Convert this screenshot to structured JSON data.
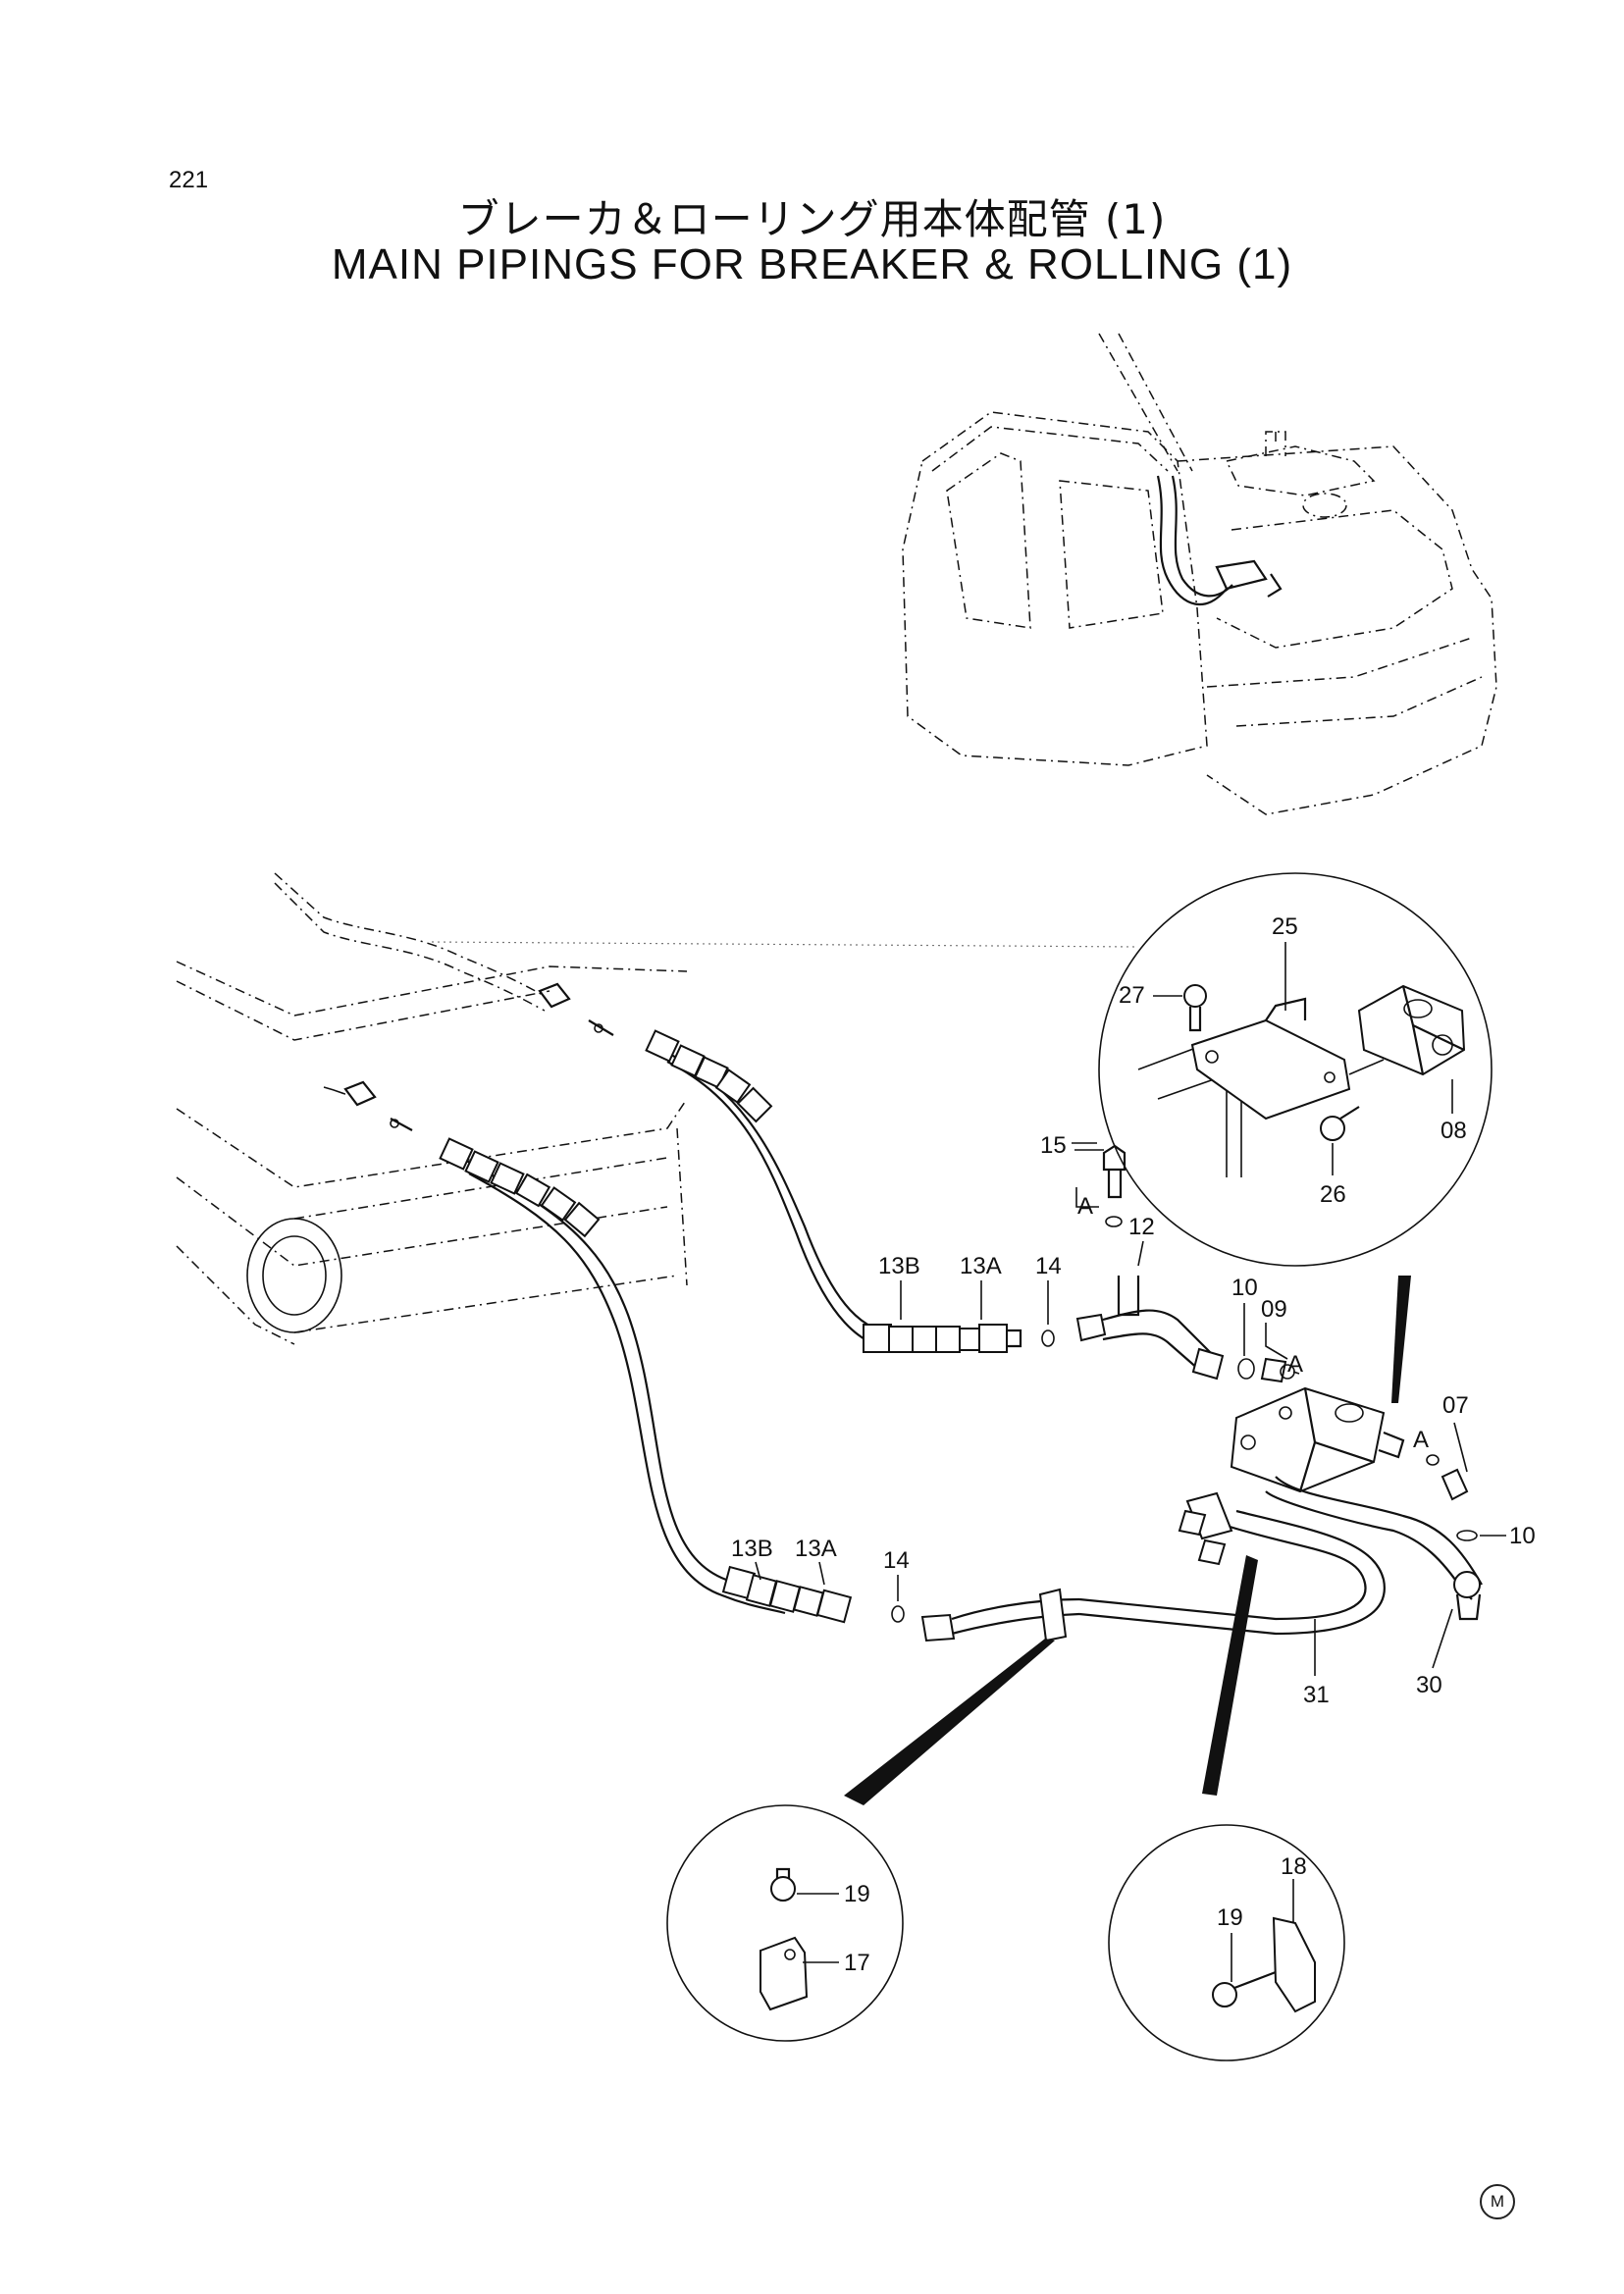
{
  "page_number": "221",
  "title_jp": "ブレーカ＆ローリング用本体配管 (1)",
  "title_en": "MAIN  PIPINGS  FOR  BREAKER & ROLLING (1)",
  "corner_mark": "M",
  "part_labels": {
    "p25": "25",
    "p27": "27",
    "p08": "08",
    "p26": "26",
    "p15": "15",
    "pA1": "A",
    "p12": "12",
    "p13B_u": "13B",
    "p13A_u": "13A",
    "p14_u": "14",
    "p10_u": "10",
    "p09": "09",
    "pA2": "A",
    "p07": "07",
    "pA3": "A",
    "p10_r": "10",
    "p13B_l": "13B",
    "p13A_l": "13A",
    "p14_l": "14",
    "p31": "31",
    "p30": "30",
    "p19_l": "19",
    "p17": "17",
    "p18": "18",
    "p19_r": "19"
  }
}
